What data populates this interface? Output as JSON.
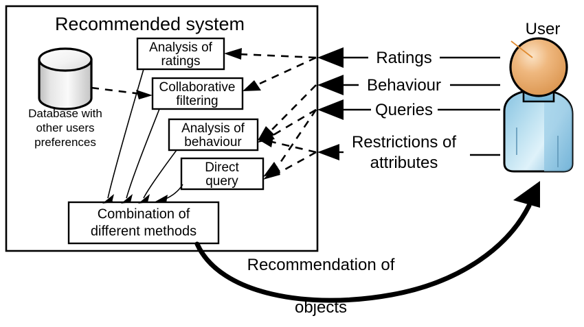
{
  "figure": {
    "kind": "block-diagram",
    "background": "#ffffff",
    "stroke_color": "#000000"
  },
  "system": {
    "title": "Recommended system",
    "database": {
      "icon": "database-cylinder-icon",
      "caption_lines": [
        "Database with",
        "other users",
        "preferences"
      ]
    },
    "nodes": [
      {
        "id": "analysis-of-ratings",
        "lines": [
          "Analysis of",
          "ratings"
        ]
      },
      {
        "id": "collaborative-filtering",
        "lines": [
          "Collaborative",
          "filtering"
        ]
      },
      {
        "id": "analysis-of-behaviour",
        "lines": [
          "Analysis of",
          "behaviour"
        ]
      },
      {
        "id": "direct-query",
        "lines": [
          "Direct",
          "query"
        ]
      },
      {
        "id": "combination",
        "lines": [
          "Combination of",
          "different methods"
        ]
      }
    ]
  },
  "channels": [
    {
      "id": "ratings",
      "label": "Ratings"
    },
    {
      "id": "behaviour",
      "label": "Behaviour"
    },
    {
      "id": "queries",
      "label": "Queries"
    },
    {
      "id": "restrictions",
      "label_lines": [
        "Restrictions of",
        "attributes"
      ]
    }
  ],
  "actor": {
    "label": "User",
    "icon": "user-person-icon",
    "head_color": "#E8A669",
    "head_highlight": "#F7D9B4",
    "body_color": "#8FC8E4",
    "body_highlight": "#DCF0F8",
    "pointer_color": "#E08A30"
  },
  "output": {
    "label_lines": [
      "Recommendation of",
      "objects"
    ],
    "arrow": "thick-curved-arrow-to-user"
  }
}
